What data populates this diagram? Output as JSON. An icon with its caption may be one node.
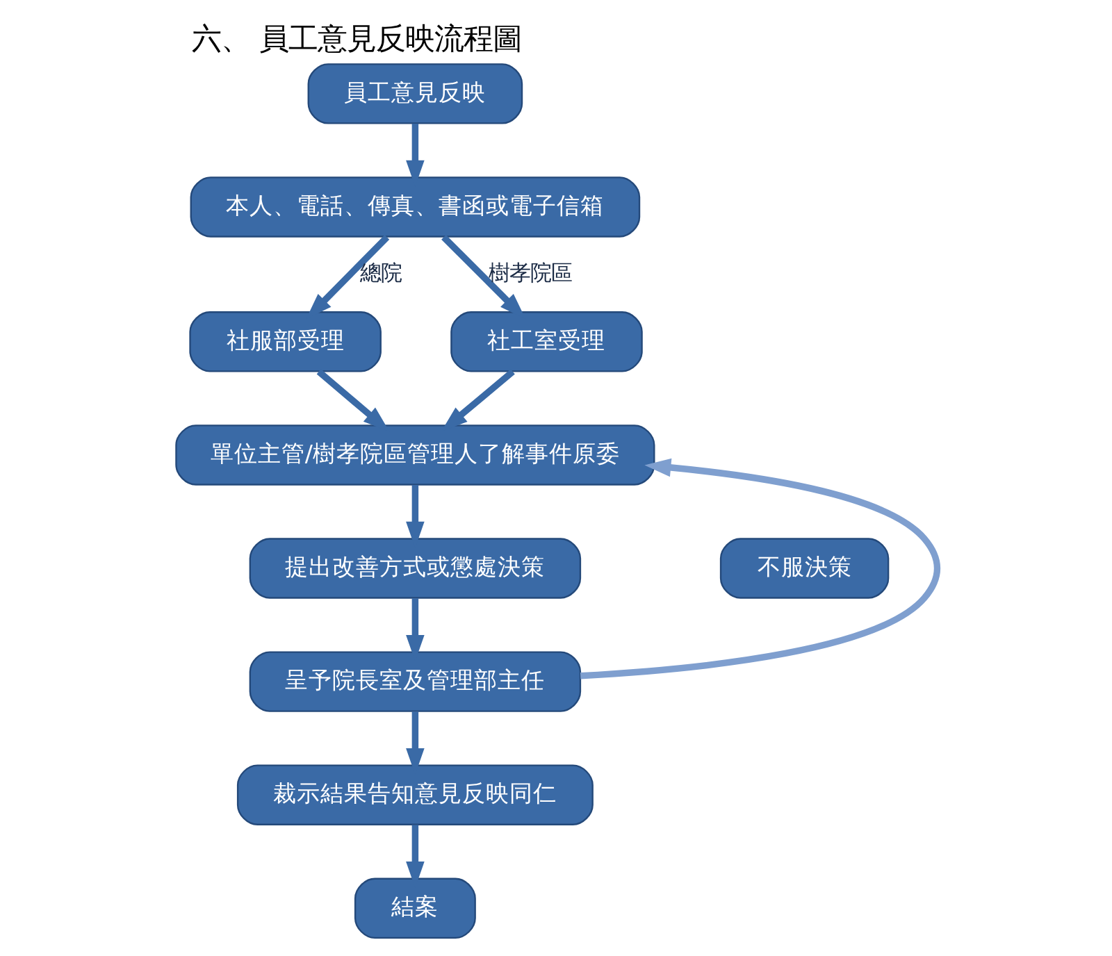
{
  "diagram": {
    "title": "六、 員工意見反映流程圖",
    "nodes": [
      {
        "text": [
          "員工意見反映"
        ]
      },
      {
        "text": [
          "本人、電話、傳真、書函或電子信箱"
        ]
      },
      {
        "text": [
          "社服部受理"
        ]
      },
      {
        "text": [
          "社工室受理"
        ]
      },
      {
        "text": [
          "單位主管/樹孝院區管理人了解事件原委"
        ]
      },
      {
        "text": [
          "提出改善方式或懲處決策"
        ]
      },
      {
        "text": [
          "呈予院長室及管理部主任"
        ]
      },
      {
        "text": [
          "不服決策"
        ]
      },
      {
        "text": [
          "裁示結果告知意見反映同仁"
        ]
      },
      {
        "text": [
          "結案"
        ]
      }
    ],
    "edges": [
      {
        "from": 0,
        "to": 1,
        "arrow": "to"
      },
      {
        "from": 1,
        "to": 2,
        "arrow": "to",
        "label": "總院"
      },
      {
        "from": 1,
        "to": 3,
        "arrow": "to",
        "label": "樹孝院區"
      },
      {
        "from": 2,
        "to": 4,
        "arrow": "to"
      },
      {
        "from": 3,
        "to": 4,
        "arrow": "to"
      },
      {
        "from": 4,
        "to": 5,
        "arrow": "to"
      },
      {
        "from": 5,
        "to": 6,
        "arrow": "to"
      },
      {
        "from": 6,
        "to": 4,
        "arrow": "to",
        "color": "#7f9fcf"
      },
      {
        "from": 6,
        "to": 8,
        "arrow": "to"
      },
      {
        "from": 8,
        "to": 9,
        "arrow": "to"
      }
    ]
  }
}
